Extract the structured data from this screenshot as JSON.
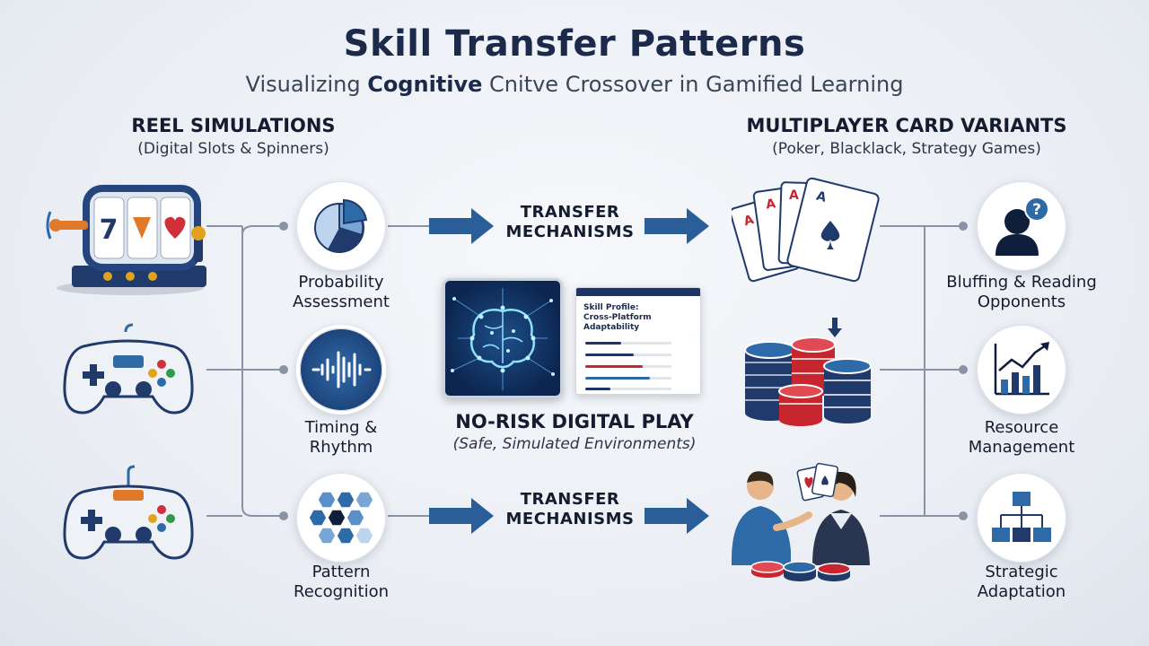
{
  "header": {
    "title": "Skill Transfer Patterns",
    "subtitle_pre": "Visualizing ",
    "subtitle_bold": "Cognitive",
    "subtitle_post": " Cnitve Crossover in Gamified Learning"
  },
  "left_column": {
    "title": "REEL SIMULATIONS",
    "subtitle": "(Digital Slots & Spinners)",
    "icons": [
      "slot-machine-icon",
      "gamepad-icon",
      "gamepad-icon"
    ]
  },
  "left_skills": [
    {
      "label_line1": "Probability",
      "label_line2": "Assessment",
      "icon": "pie-chart-icon"
    },
    {
      "label_line1": "Timing &",
      "label_line2": "Rhythm",
      "icon": "sound-wave-icon"
    },
    {
      "label_line1": "Pattern",
      "label_line2": "Recognition",
      "icon": "hexagon-grid-icon"
    }
  ],
  "mechanisms": [
    {
      "line1": "TRANSFER",
      "line2": "MECHANISMS"
    },
    {
      "line1": "TRANSFER",
      "line2": "MECHANISMS"
    }
  ],
  "center": {
    "title": "NO-RISK DIGITAL PLAY",
    "subtitle": "(Safe, Simulated Environments)",
    "doc": {
      "title_line1": "Skill Profile:",
      "title_line2": "Cross-Platform Adaptability"
    }
  },
  "right_column": {
    "title": "MULTIPLAYER CARD VARIANTS",
    "subtitle": "(Poker, Blacklack, Strategy Games)",
    "icons": [
      "playing-cards-icon",
      "poker-chips-icon",
      "card-players-icon"
    ]
  },
  "right_skills": [
    {
      "label_line1": "Bluffing & Reading",
      "label_line2": "Opponents",
      "icon": "person-question-icon"
    },
    {
      "label_line1": "Resource",
      "label_line2": "Management",
      "icon": "bar-chart-icon"
    },
    {
      "label_line1": "Strategic",
      "label_line2": "Adaptation",
      "icon": "hierarchy-icon"
    }
  ],
  "colors": {
    "navy": "#1b2a4a",
    "accent_blue": "#2f6aa8",
    "arrow_blue": "#2a5e98",
    "chip_red": "#c8262f",
    "line_gray": "#8a93a3"
  }
}
